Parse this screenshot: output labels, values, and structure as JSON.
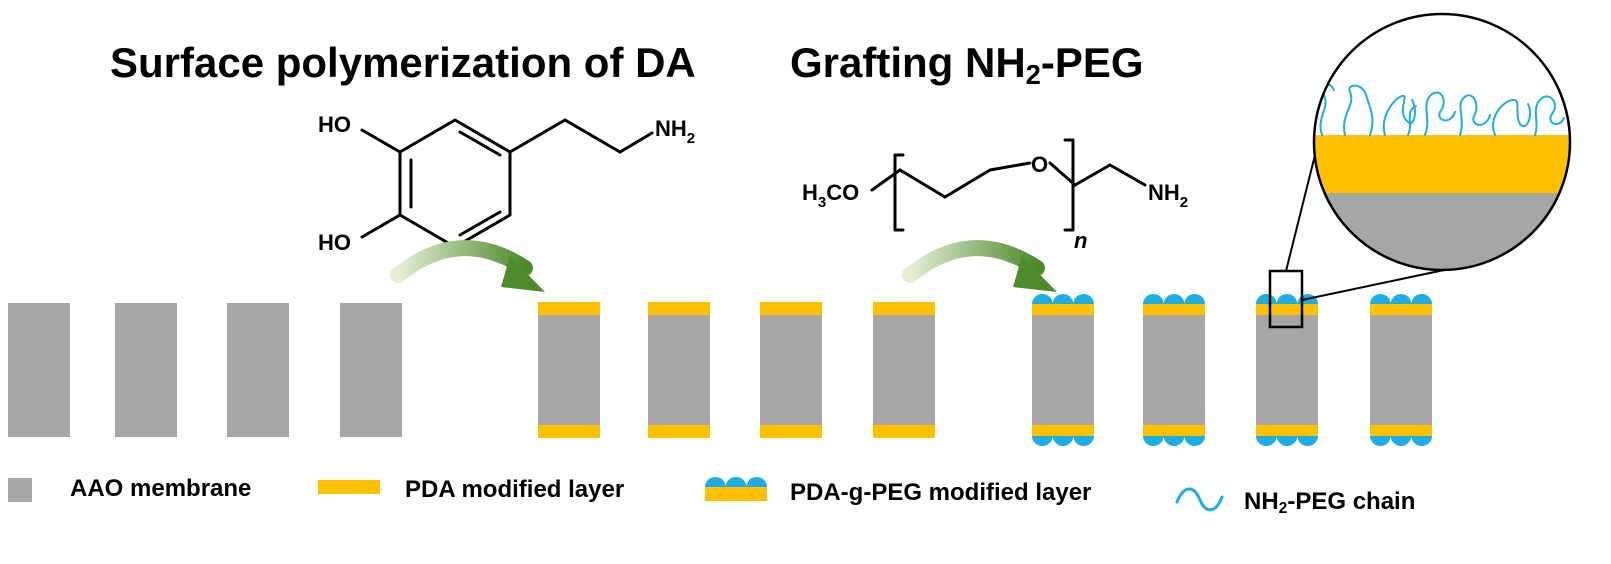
{
  "titles": {
    "step1": "Surface polymerization of DA",
    "step2_prefix": "Grafting NH",
    "step2_sub": "2",
    "step2_suffix": "-PEG"
  },
  "dopamine": {
    "ho_top": "HO",
    "ho_bottom": "HO",
    "amine": "NH",
    "amine_sub": "2"
  },
  "peg": {
    "methoxy_h": "H",
    "methoxy_sub": "3",
    "methoxy_co": "CO",
    "oxygen": "O",
    "repeat": "n",
    "amine": "NH",
    "amine_sub": "2"
  },
  "legend": {
    "aao": "AAO membrane",
    "pda": "PDA modified layer",
    "pda_peg": "PDA-g-PEG modified layer",
    "chain_prefix": "NH",
    "chain_sub": "2",
    "chain_suffix": "-PEG chain"
  },
  "colors": {
    "aao_gray": "#a6a6a6",
    "pda_yellow": "#ffc000",
    "peg_blue": "#1cade4",
    "arrow_green": "#4e8a2a"
  }
}
